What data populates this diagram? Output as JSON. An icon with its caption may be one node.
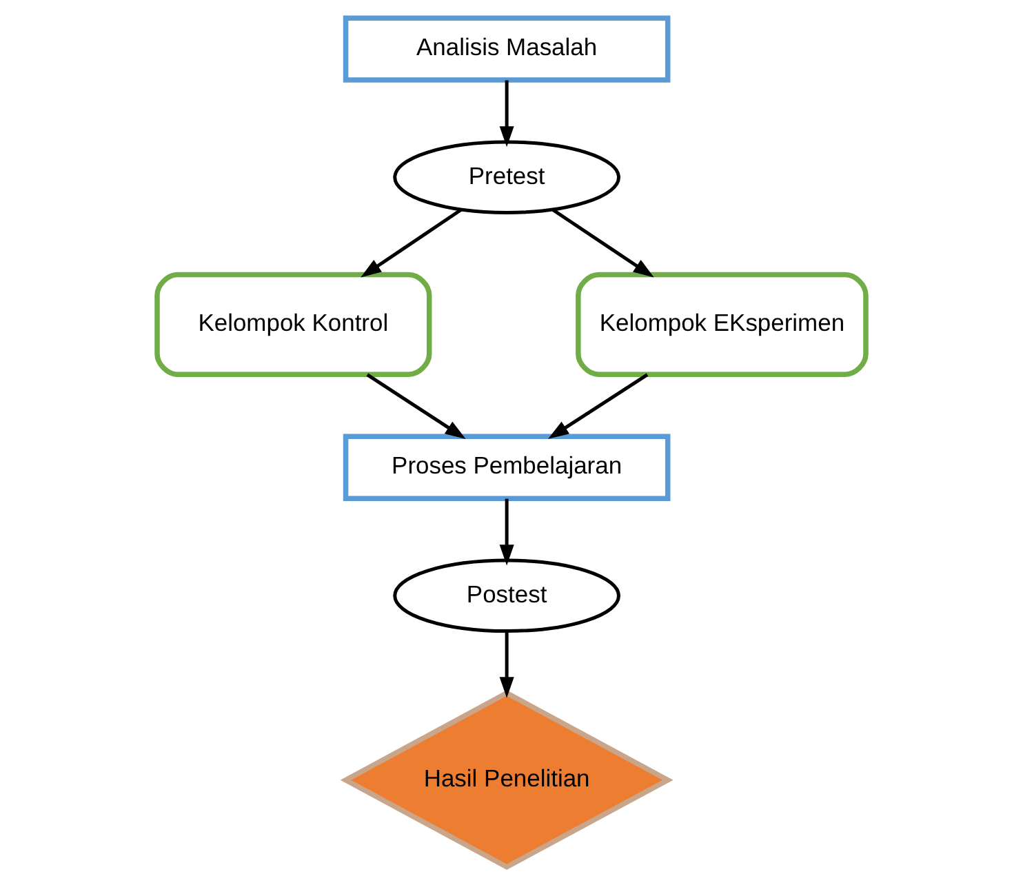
{
  "diagram": {
    "nodes": [
      {
        "text": [
          "Analisis Masalah"
        ]
      },
      {
        "text": [
          "Pretest"
        ]
      },
      {
        "text": [
          "Kelompok Kontrol"
        ]
      },
      {
        "text": [
          "Kelompok EKsperimen"
        ]
      },
      {
        "text": [
          "Proses Pembelajaran"
        ]
      },
      {
        "text": [
          "Postest"
        ]
      },
      {
        "text": [
          "Hasil Penelitian"
        ]
      }
    ],
    "edges": [
      {
        "from": 0,
        "to": 1,
        "arrow": "to"
      },
      {
        "from": 1,
        "to": 2,
        "arrow": "to"
      },
      {
        "from": 1,
        "to": 3,
        "arrow": "to"
      },
      {
        "from": 2,
        "to": 4,
        "arrow": "to"
      },
      {
        "from": 3,
        "to": 4,
        "arrow": "to"
      },
      {
        "from": 4,
        "to": 5,
        "arrow": "to"
      },
      {
        "from": 5,
        "to": 6,
        "arrow": "to"
      }
    ]
  }
}
